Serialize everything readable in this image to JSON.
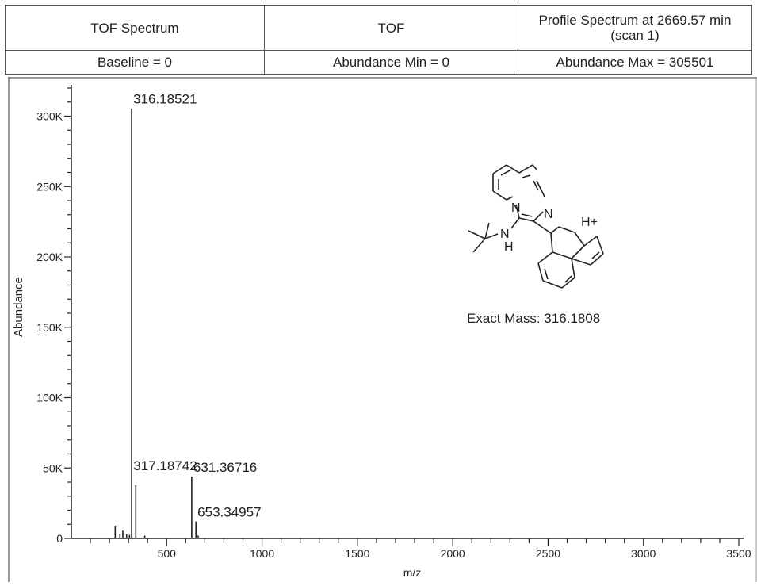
{
  "header": {
    "row1": [
      "TOF Spectrum",
      "TOF",
      "Profile Spectrum at 2669.57 min (scan 1)"
    ],
    "row2": [
      "Baseline = 0",
      "Abundance Min = 0",
      "Abundance Max = 305501"
    ]
  },
  "chart_data": {
    "type": "line",
    "xlabel": "m/z",
    "ylabel": "Abundance",
    "xlim": [
      0,
      3500
    ],
    "ylim": [
      0,
      320000
    ],
    "x_ticks": [
      500,
      1000,
      1500,
      2000,
      2500,
      3000,
      3500
    ],
    "y_ticks": [
      0,
      50000,
      100000,
      150000,
      200000,
      250000,
      300000
    ],
    "y_tick_labels": [
      "0",
      "50K",
      "100K",
      "150K",
      "200K",
      "250K",
      "300K"
    ],
    "peaks": [
      {
        "mz": 230,
        "abundance": 9000
      },
      {
        "mz": 255,
        "abundance": 3000
      },
      {
        "mz": 270,
        "abundance": 5500
      },
      {
        "mz": 290,
        "abundance": 3000
      },
      {
        "mz": 305,
        "abundance": 2500
      },
      {
        "mz": 316.18521,
        "abundance": 305501
      },
      {
        "mz": 317.18742,
        "abundance": 2000
      },
      {
        "mz": 338,
        "abundance": 38000
      },
      {
        "mz": 385,
        "abundance": 2000
      },
      {
        "mz": 631.36716,
        "abundance": 44000
      },
      {
        "mz": 653.34957,
        "abundance": 12000
      },
      {
        "mz": 665,
        "abundance": 2000
      }
    ],
    "peak_labels": [
      {
        "text": "316.18521",
        "mz": 316.18521,
        "abundance": 305501
      },
      {
        "text": "317.18742",
        "mz": 317.18742,
        "abundance": 45000
      },
      {
        "text": "631.36716",
        "mz": 631.36716,
        "abundance": 44000
      },
      {
        "text": "653.34957",
        "mz": 653.34957,
        "abundance": 12000
      }
    ]
  },
  "structure": {
    "atom_labels": [
      "N",
      "N",
      "N",
      "H",
      "H+"
    ],
    "caption": "Exact Mass: 316.1808"
  }
}
